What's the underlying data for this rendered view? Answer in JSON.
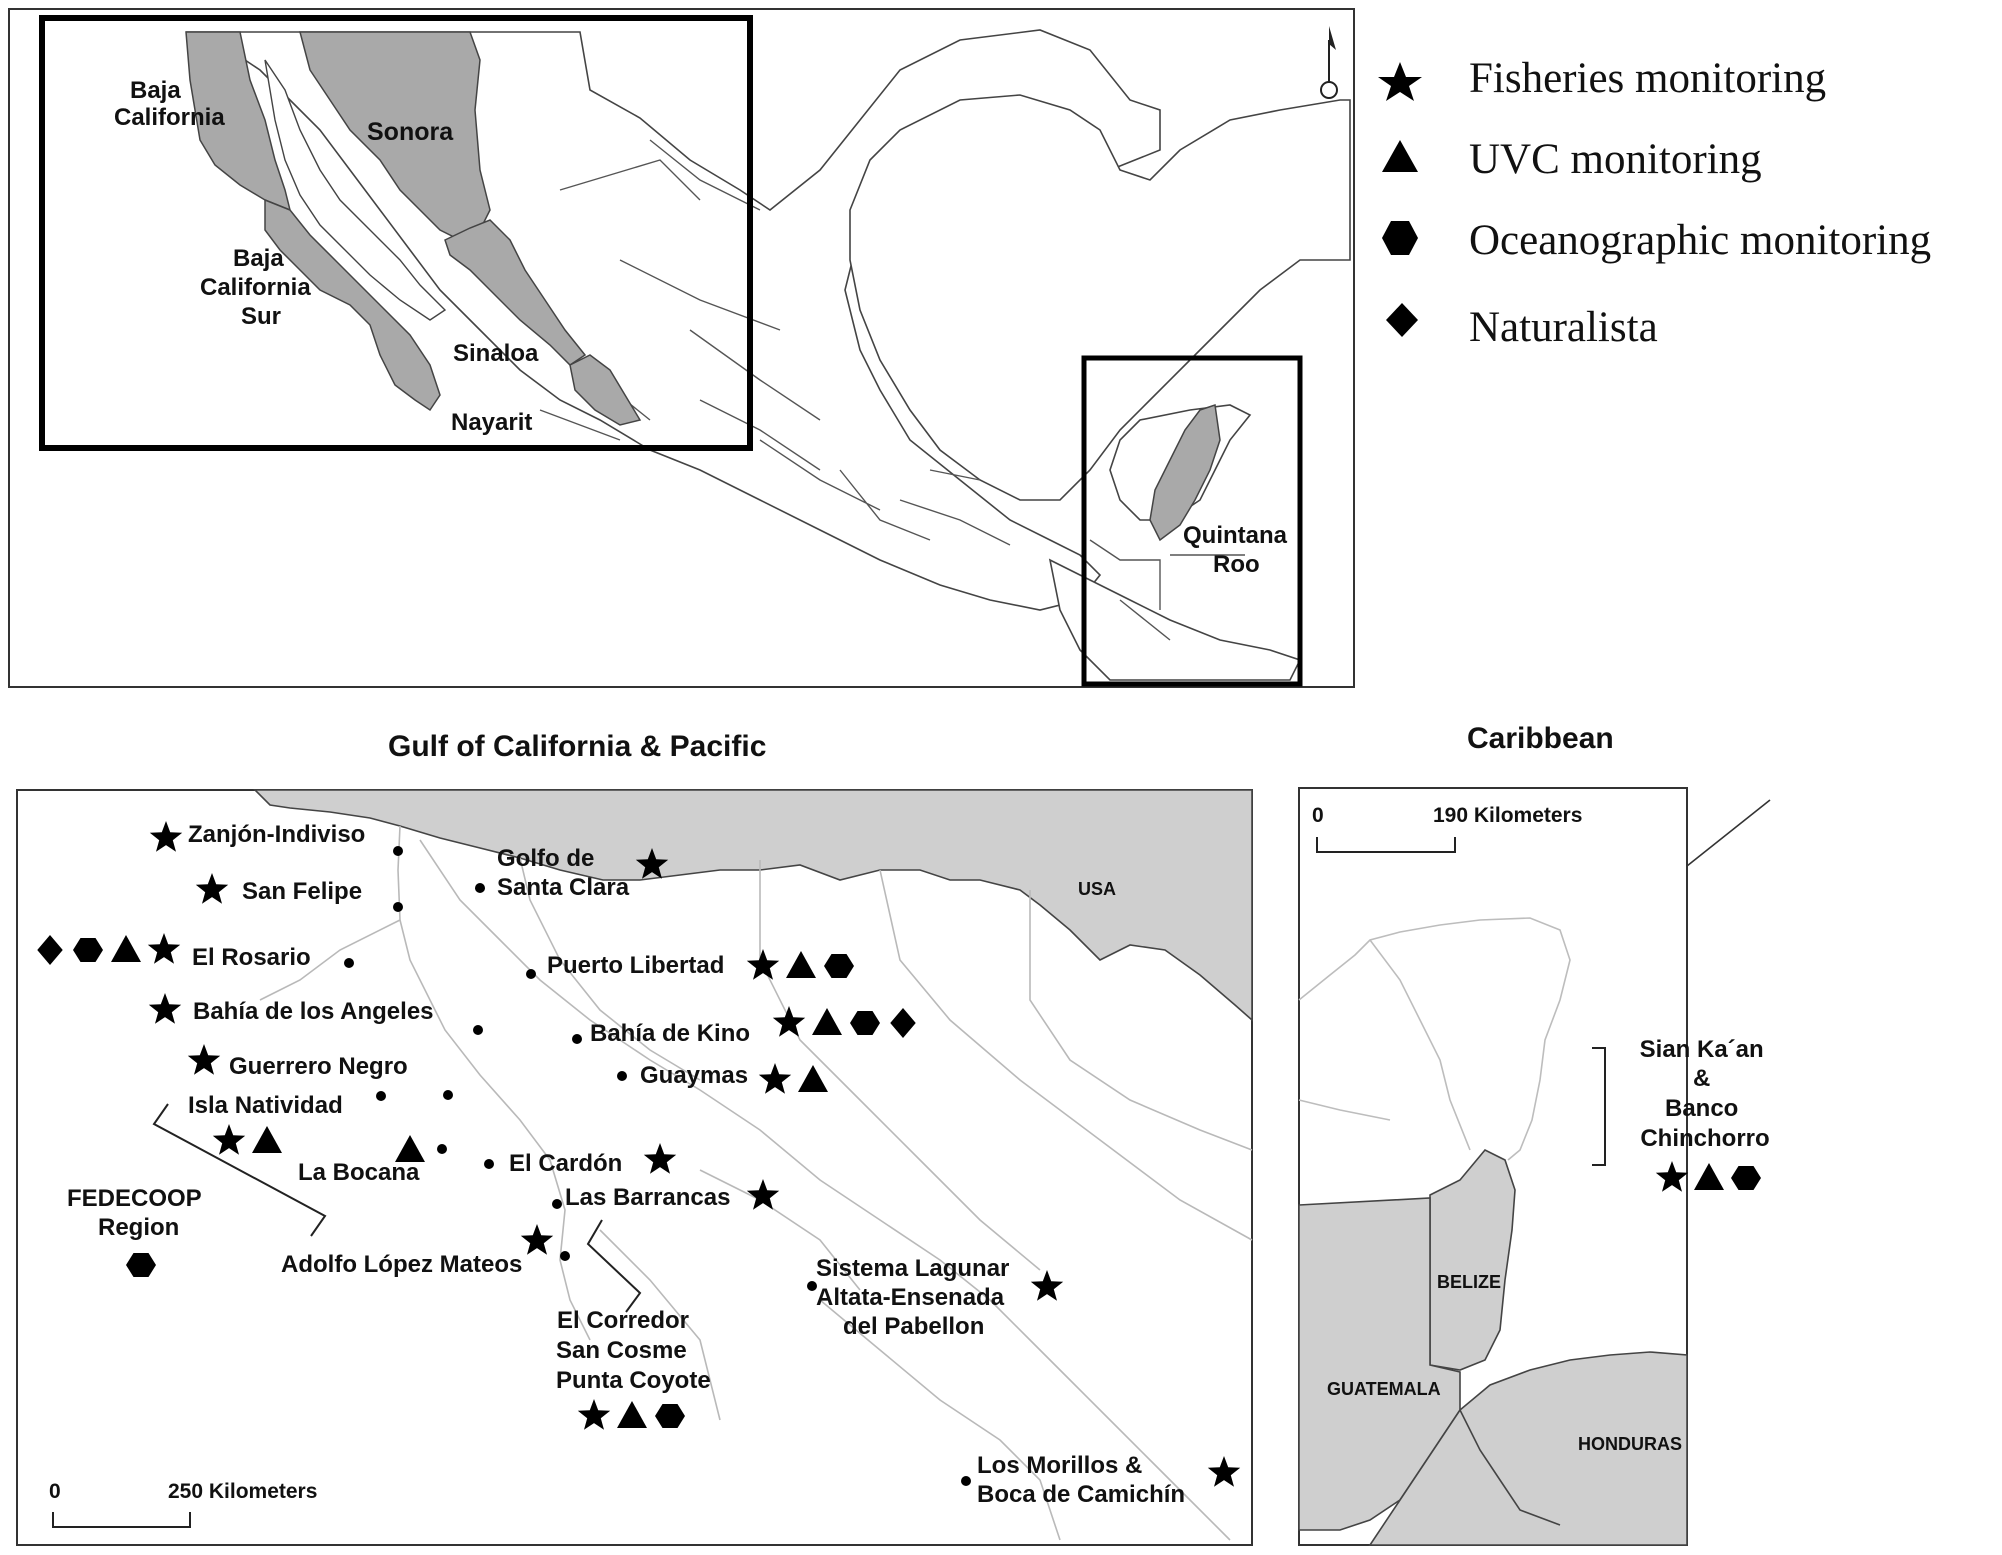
{
  "overview": {
    "state_labels": [
      {
        "key": "bc",
        "lines": [
          "Baja",
          "California"
        ]
      },
      {
        "key": "sonora",
        "lines": [
          "Sonora"
        ]
      },
      {
        "key": "bcs",
        "lines": [
          "Baja",
          "California",
          "Sur"
        ]
      },
      {
        "key": "sinaloa",
        "lines": [
          "Sinaloa"
        ]
      },
      {
        "key": "nayarit",
        "lines": [
          "Nayarit"
        ]
      },
      {
        "key": "qroo",
        "lines": [
          "Quintana",
          "Roo"
        ]
      }
    ],
    "highlight_color": "#a9a9a9"
  },
  "legend": {
    "items": [
      {
        "symbol": "star",
        "label": "Fisheries monitoring"
      },
      {
        "symbol": "triangle",
        "label": "UVC monitoring"
      },
      {
        "symbol": "hexagon",
        "label": "Oceanographic monitoring"
      },
      {
        "symbol": "diamond",
        "label": "Naturalista"
      }
    ]
  },
  "gulf_panel": {
    "title": "Gulf of California & Pacific",
    "country_label": "USA",
    "scale": {
      "zero": "0",
      "label": "250 Kilometers"
    },
    "sites": [
      {
        "lines": [
          "Zanjón-Indiviso"
        ],
        "symbols": [
          "star"
        ]
      },
      {
        "lines": [
          "San Felipe"
        ],
        "symbols": [
          "star"
        ]
      },
      {
        "lines": [
          "Golfo de",
          "Santa Clara"
        ],
        "symbols": [
          "star"
        ]
      },
      {
        "lines": [
          "El Rosario"
        ],
        "symbols": [
          "diamond",
          "hexagon",
          "triangle",
          "star"
        ]
      },
      {
        "lines": [
          "Puerto Libertad"
        ],
        "symbols": [
          "star",
          "triangle",
          "hexagon"
        ]
      },
      {
        "lines": [
          "Bahía de los Angeles"
        ],
        "symbols": [
          "star"
        ]
      },
      {
        "lines": [
          "Bahía de Kino"
        ],
        "symbols": [
          "star",
          "triangle",
          "hexagon",
          "diamond"
        ]
      },
      {
        "lines": [
          "Guerrero Negro"
        ],
        "symbols": [
          "star"
        ]
      },
      {
        "lines": [
          "Guaymas"
        ],
        "symbols": [
          "star",
          "triangle"
        ]
      },
      {
        "lines": [
          "Isla Natividad"
        ],
        "symbols": [
          "star",
          "triangle"
        ]
      },
      {
        "lines": [
          "La Bocana"
        ],
        "symbols": [
          "triangle"
        ]
      },
      {
        "lines": [
          "El Cardón"
        ],
        "symbols": [
          "star"
        ]
      },
      {
        "lines": [
          "Las Barrancas"
        ],
        "symbols": [
          "star"
        ]
      },
      {
        "lines": [
          "FEDECOOP",
          "Region"
        ],
        "symbols": [
          "hexagon"
        ]
      },
      {
        "lines": [
          "Adolfo López Mateos"
        ],
        "symbols": [
          "star"
        ]
      },
      {
        "lines": [
          "Sistema Lagunar",
          "Altata-Ensenada",
          "del Pabellon"
        ],
        "symbols": [
          "star"
        ]
      },
      {
        "lines": [
          "El Corredor",
          "San Cosme",
          "Punta Coyote"
        ],
        "symbols": [
          "star",
          "triangle",
          "hexagon"
        ]
      },
      {
        "lines": [
          "Los Morillos &",
          "Boca de Camichín"
        ],
        "symbols": [
          "star"
        ]
      }
    ]
  },
  "caribbean_panel": {
    "title": "Caribbean",
    "scale": {
      "zero": "0",
      "label": "190 Kilometers"
    },
    "countries": [
      "BELIZE",
      "GUATEMALA",
      "HONDURAS"
    ],
    "site": {
      "lines": [
        "Sian Ka´an",
        "&",
        "Banco",
        "Chinchorro"
      ],
      "symbols": [
        "star",
        "triangle",
        "hexagon"
      ]
    }
  }
}
